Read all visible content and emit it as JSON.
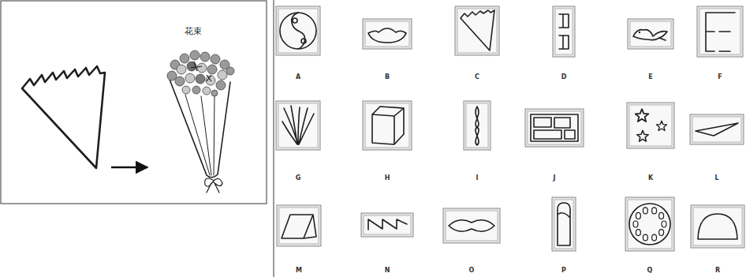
{
  "diagram": {
    "labels": [
      "花束",
      "A",
      "B",
      "C",
      "D",
      "E",
      "F",
      "G",
      "H",
      "I",
      "J",
      "K",
      "L",
      "M",
      "N",
      "O",
      "P",
      "Q",
      "R"
    ]
  }
}
